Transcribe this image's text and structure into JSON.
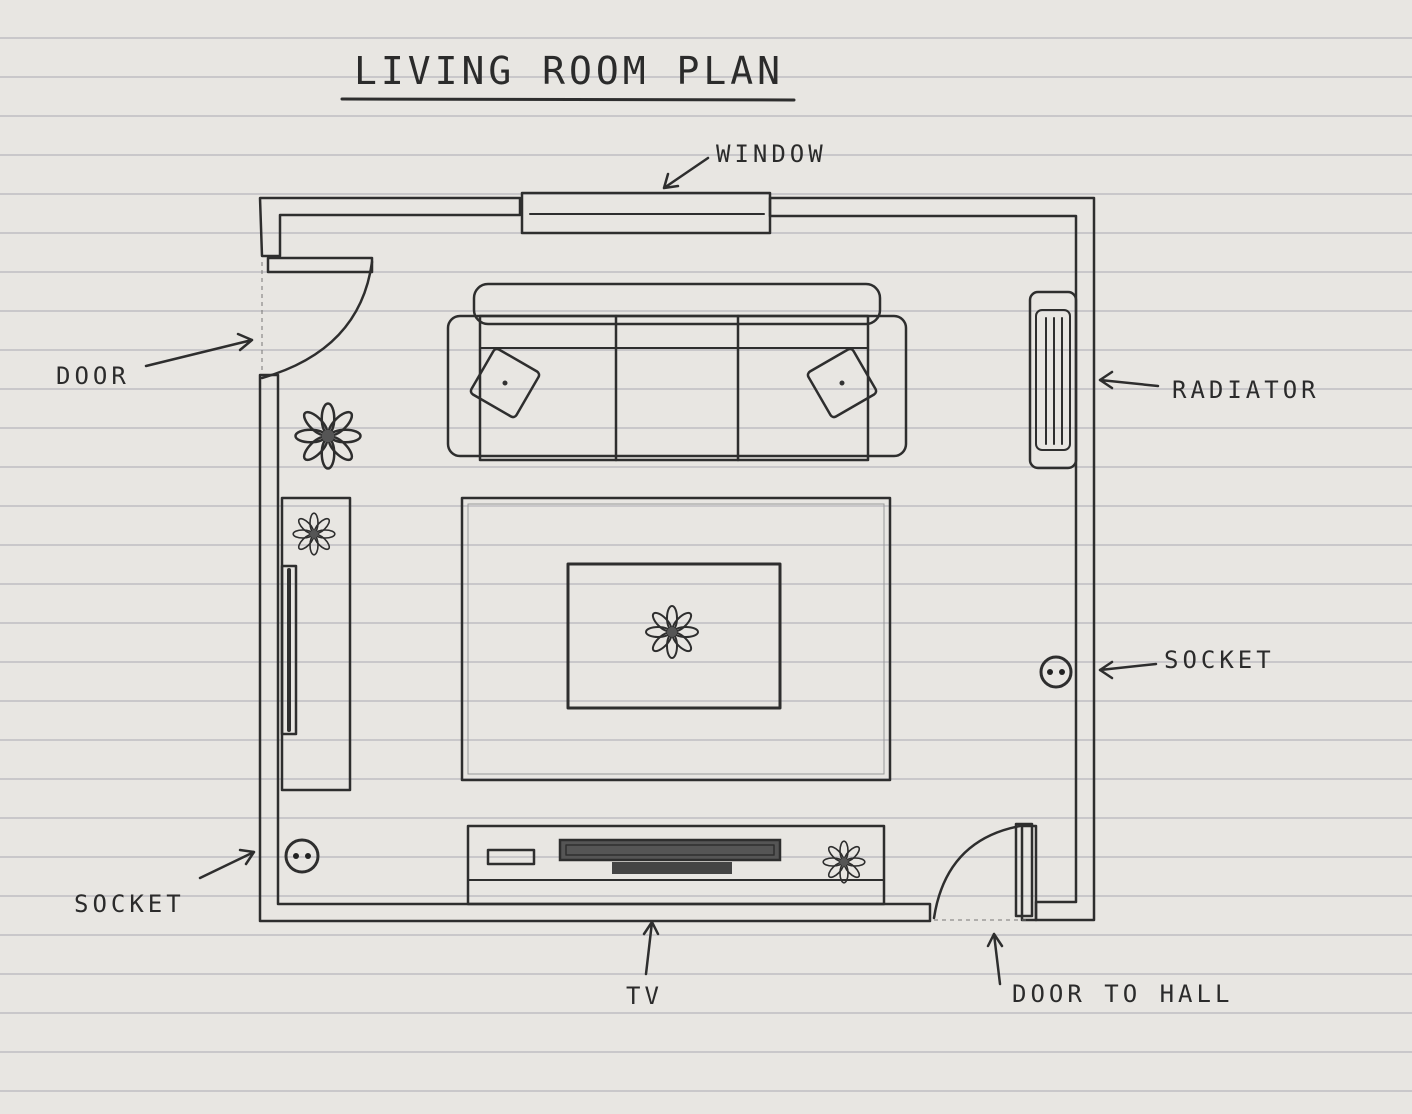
{
  "title": "LIVING ROOM PLAN",
  "labels": {
    "window": "WINDOW",
    "door": "DOOR",
    "radiator": "RADIATOR",
    "socket_right": "SOCKET",
    "socket_left": "SOCKET",
    "tv": "TV",
    "door_to_hall": "DOOR TO HALL"
  },
  "colors": {
    "ink": "#2e2e2e",
    "paper": "#e8e6e2",
    "rule_line": "#9a9aa6"
  }
}
